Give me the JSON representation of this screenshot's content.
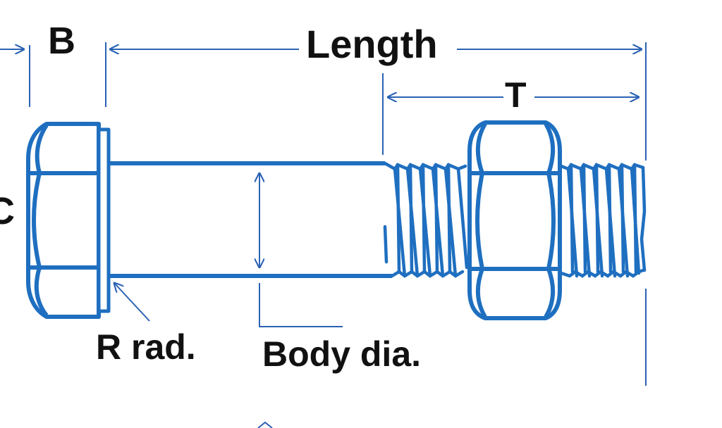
{
  "labels": {
    "b": "B",
    "c": "C",
    "length": "Length",
    "t": "T",
    "r_rad": "R rad.",
    "body_dia": "Body dia."
  },
  "colors": {
    "bolt_stroke": "#1f6fc0",
    "dimension_line": "#2a62b4",
    "label_text": "#111111",
    "background": "#ffffff"
  },
  "icons": {
    "head": "hex-bolt-head",
    "nut": "hex-nut"
  }
}
